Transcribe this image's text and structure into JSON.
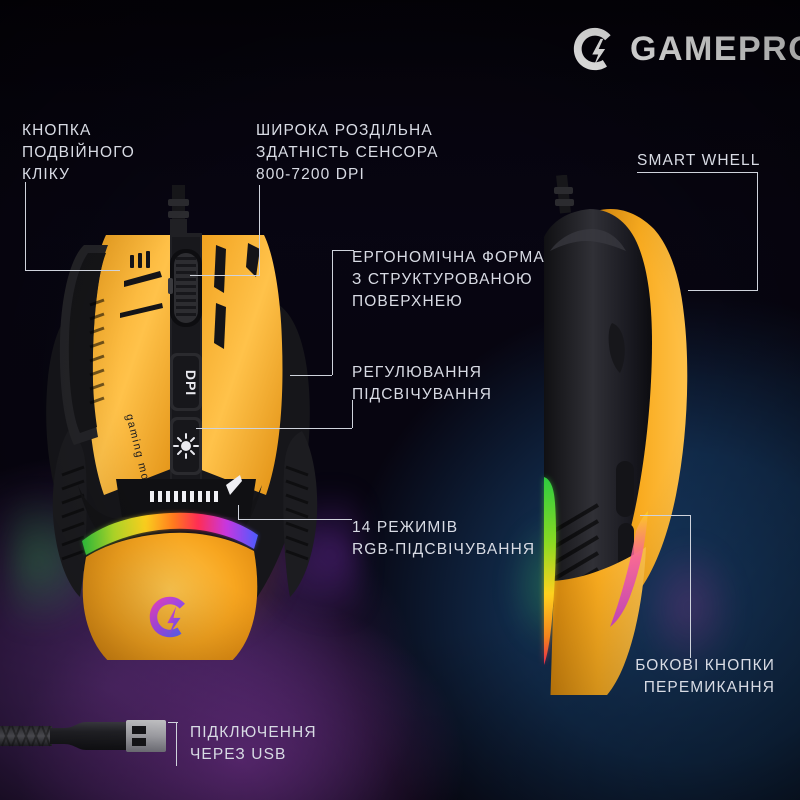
{
  "brand": {
    "name": "GAMEPRO",
    "logo_icon": "gamepro-logo-icon",
    "logo_color": "#ffffff"
  },
  "colors": {
    "accent_yellow": "#f5a623",
    "body_black": "#1a1a1d",
    "text": "#d8dbe4",
    "bg_dark": "#060410",
    "bg_navy": "#14304f",
    "bg_purple": "#3a1e52",
    "rgb_green": "#3fd45a",
    "rgb_purple": "#9b3ce6",
    "rgb_pink": "#e23ab4"
  },
  "callouts": [
    {
      "id": "double-click-button",
      "text": "КНОПКА\nПОДВІЙНОГО\nКЛІКУ",
      "align": "left"
    },
    {
      "id": "sensor-resolution",
      "text": "ШИРОКА РОЗДІЛЬНА\nЗДАТНІСТЬ СЕНСОРА\n800-7200 DPI",
      "align": "left"
    },
    {
      "id": "smart-wheel",
      "text": "SMART WHELL",
      "align": "left"
    },
    {
      "id": "ergonomic-shape",
      "text": "ЕРГОНОМІЧНА ФОРМА\nЗ СТРУКТУРОВАНОЮ\nПОВЕРХНЕЮ",
      "align": "left"
    },
    {
      "id": "backlight-adjustment",
      "text": "РЕГУЛЮВАННЯ\nПІДСВІЧУВАННЯ",
      "align": "left"
    },
    {
      "id": "rgb-modes",
      "text": "14 РЕЖИМІВ\nRGB-ПІДСВІЧУВАННЯ",
      "align": "left"
    },
    {
      "id": "side-switch-buttons",
      "text": "БОКОВІ КНОПКИ\nПЕРЕМИКАННЯ",
      "align": "right"
    },
    {
      "id": "usb-connection",
      "text": "ПІДКЛЮЧЕННЯ\nЧЕРЕЗ USB",
      "align": "left"
    }
  ],
  "product": {
    "dpi_button_label": "DPI",
    "brightness_button_icon": "sun-brightness-icon",
    "side_text": "gaming mouse",
    "scroll_wheel": "scroll-wheel",
    "rgb_strip": "rgb-light-strip",
    "logo_emblem": "gamepro-emblem-icon",
    "cable": "braided-usb-cable",
    "connector": "usb-a-connector"
  }
}
